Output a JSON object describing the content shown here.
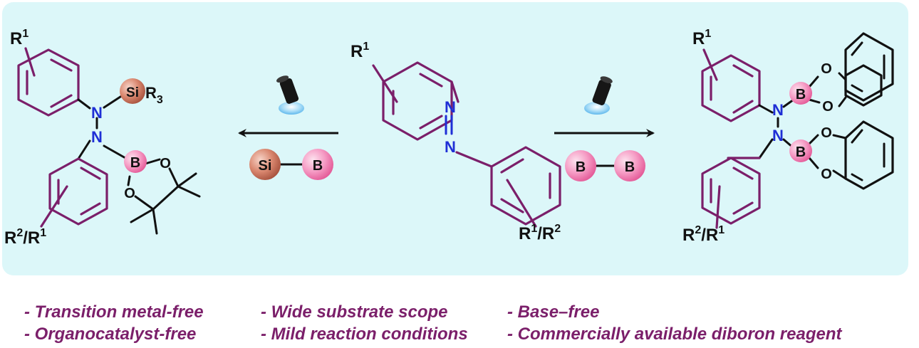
{
  "atoms": {
    "N": "N",
    "O": "O",
    "B": "B",
    "Si": "Si",
    "R": "R",
    "sup1": "1",
    "sup2": "2",
    "sub3": "3",
    "slash": "/"
  },
  "colors": {
    "panel_bg": "#dcf7f9",
    "substituent_purple": "#7b1f6a",
    "nitrogen_blue": "#1f2fd6",
    "boron_pink": "#f06aa8",
    "silicon_brown": "#c96a55",
    "feature_text": "#7b1f6a"
  },
  "icons": {
    "lamp": "light-lamp-icon"
  },
  "features": [
    "- Transition metal-free",
    "- Wide substrate scope",
    "- Base–free",
    "- Organocatalyst-free",
    "- Mild reaction conditions",
    "- Commercially available diboron reagent"
  ]
}
